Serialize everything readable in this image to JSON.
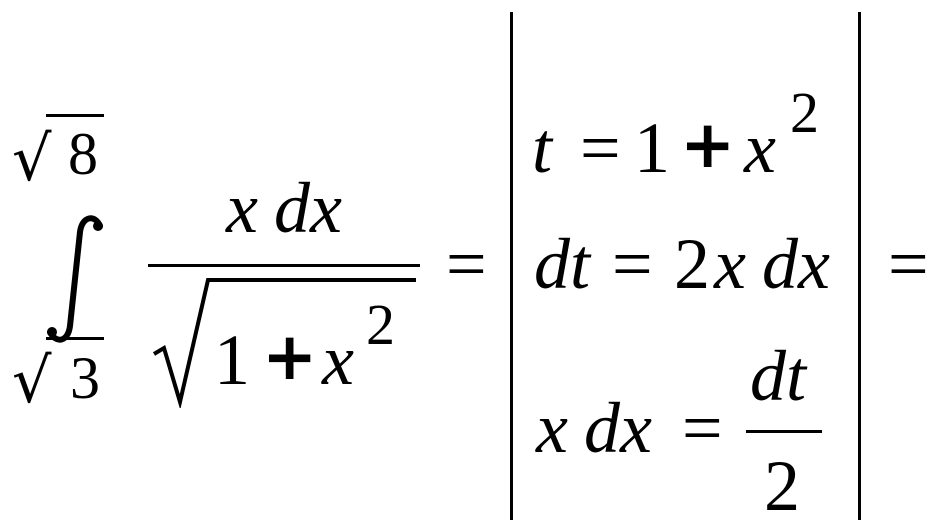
{
  "integral": {
    "upper_limit": "8",
    "lower_limit": "3",
    "numerator": {
      "var1": "x",
      "var2": "dx"
    },
    "denominator": {
      "one": "1",
      "plus": "+",
      "var": "x",
      "exp": "2"
    }
  },
  "equals_1": "=",
  "substitution": {
    "row1": {
      "lhs": "t",
      "eq": "=",
      "one": "1",
      "plus": "+",
      "var": "x",
      "exp": "2"
    },
    "row2": {
      "lhs": "dt",
      "eq": "=",
      "coef": "2",
      "var": "x",
      "dvar": "dx"
    },
    "row3": {
      "var": "x",
      "dvar": "dx",
      "eq": "=",
      "num": "dt",
      "den": "2"
    }
  },
  "equals_2": "="
}
